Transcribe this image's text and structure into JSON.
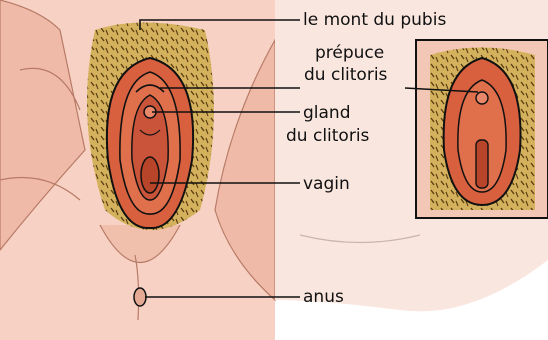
{
  "labels": {
    "mons": "le mont du pubis",
    "prepuce_l1": "prépuce",
    "prepuce_l2": "du clitoris",
    "glans_l1": "gland",
    "glans_l2": "du clitoris",
    "vagina": "vagin",
    "anus": "anus"
  },
  "colors": {
    "skin": "#f5cfc1",
    "skin_shadow": "#e5a994",
    "hair": "#c9a045",
    "labia": "#d8603e",
    "labia_dark": "#b8442a",
    "outline": "#111111",
    "background": "#ffffff"
  }
}
